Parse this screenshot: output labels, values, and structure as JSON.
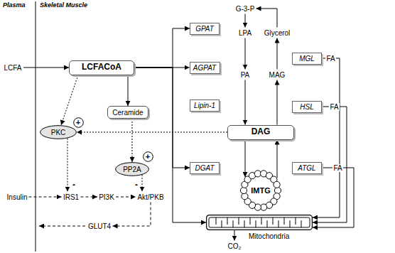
{
  "diagram": {
    "nodes": [
      {
        "text": [
          "LCFA"
        ]
      },
      {
        "text": [
          "LCFACoA"
        ]
      },
      {
        "text": [
          "Ceramide"
        ]
      },
      {
        "text": [
          "+"
        ]
      },
      {
        "text": [
          "PKC"
        ]
      },
      {
        "text": [
          "+"
        ]
      },
      {
        "text": [
          "PP2A"
        ]
      },
      {
        "text": [
          "Insulin"
        ]
      },
      {
        "text": [
          "IRS1"
        ]
      },
      {
        "text": [
          "PI3K"
        ]
      },
      {
        "text": [
          "Akt/PKB"
        ]
      },
      {
        "text": [
          "GLUT4"
        ]
      },
      {
        "text": [
          "G-3-P"
        ]
      },
      {
        "text": [
          "GPAT"
        ]
      },
      {
        "text": [
          "LPA"
        ]
      },
      {
        "text": [
          "AGPAT"
        ]
      },
      {
        "text": [
          "PA"
        ]
      },
      {
        "text": [
          "Lipin-1"
        ]
      },
      {
        "text": [
          "DAG"
        ]
      },
      {
        "text": [
          "DGAT"
        ]
      },
      {
        "text": [
          "IMTG"
        ]
      },
      {
        "text": [
          "Glycerol"
        ]
      },
      {
        "text": [
          "MGL"
        ]
      },
      {
        "text": [
          "MAG"
        ]
      },
      {
        "text": [
          "HSL"
        ]
      },
      {
        "text": [
          "ATGL"
        ]
      },
      {
        "text": [
          "Mitochondria"
        ]
      },
      {
        "text": [
          "CO₂"
        ]
      }
    ],
    "edges": [
      {
        "from": 0,
        "to": 1,
        "arrow": "to"
      },
      {
        "from": 1,
        "to": 2,
        "arrow": "to"
      },
      {
        "from": 1,
        "to": 4,
        "arrow": "to"
      },
      {
        "from": 2,
        "to": 6,
        "arrow": "to"
      },
      {
        "from": 18,
        "to": 4,
        "arrow": "to"
      },
      {
        "from": 4,
        "to": 8,
        "arrow": "to"
      },
      {
        "from": 6,
        "to": 10,
        "arrow": "to"
      },
      {
        "from": 7,
        "to": 8,
        "arrow": "to"
      },
      {
        "from": 8,
        "to": 9,
        "arrow": "to"
      },
      {
        "from": 9,
        "to": 10,
        "arrow": "to"
      },
      {
        "from": 10,
        "to": 11,
        "arrow": "to"
      },
      {
        "from": 12,
        "to": 14,
        "arrow": "to"
      },
      {
        "from": 14,
        "to": 16,
        "arrow": "to"
      },
      {
        "from": 16,
        "to": 18,
        "arrow": "to"
      },
      {
        "from": 18,
        "to": 20,
        "arrow": "to"
      },
      {
        "from": 20,
        "to": 18,
        "arrow": "to"
      },
      {
        "from": 18,
        "to": 23,
        "arrow": "to"
      },
      {
        "from": 23,
        "to": 21,
        "arrow": "to"
      },
      {
        "from": 21,
        "to": 12,
        "arrow": "to"
      },
      {
        "from": 1,
        "to": 13,
        "arrow": "to"
      },
      {
        "from": 1,
        "to": 15,
        "arrow": "to"
      },
      {
        "from": 1,
        "to": 19,
        "arrow": "to"
      },
      {
        "from": 1,
        "to": 26,
        "arrow": "to"
      },
      {
        "from": 22,
        "to": 26,
        "label": "FA",
        "arrow": "to"
      },
      {
        "from": 24,
        "to": 26,
        "label": "FA",
        "arrow": "to"
      },
      {
        "from": 25,
        "to": 26,
        "label": "FA",
        "arrow": "to"
      },
      {
        "from": 26,
        "to": 27,
        "arrow": "to"
      }
    ],
    "labels": [
      "Plasma",
      "Skeletal Muscle",
      "-",
      "-"
    ]
  }
}
